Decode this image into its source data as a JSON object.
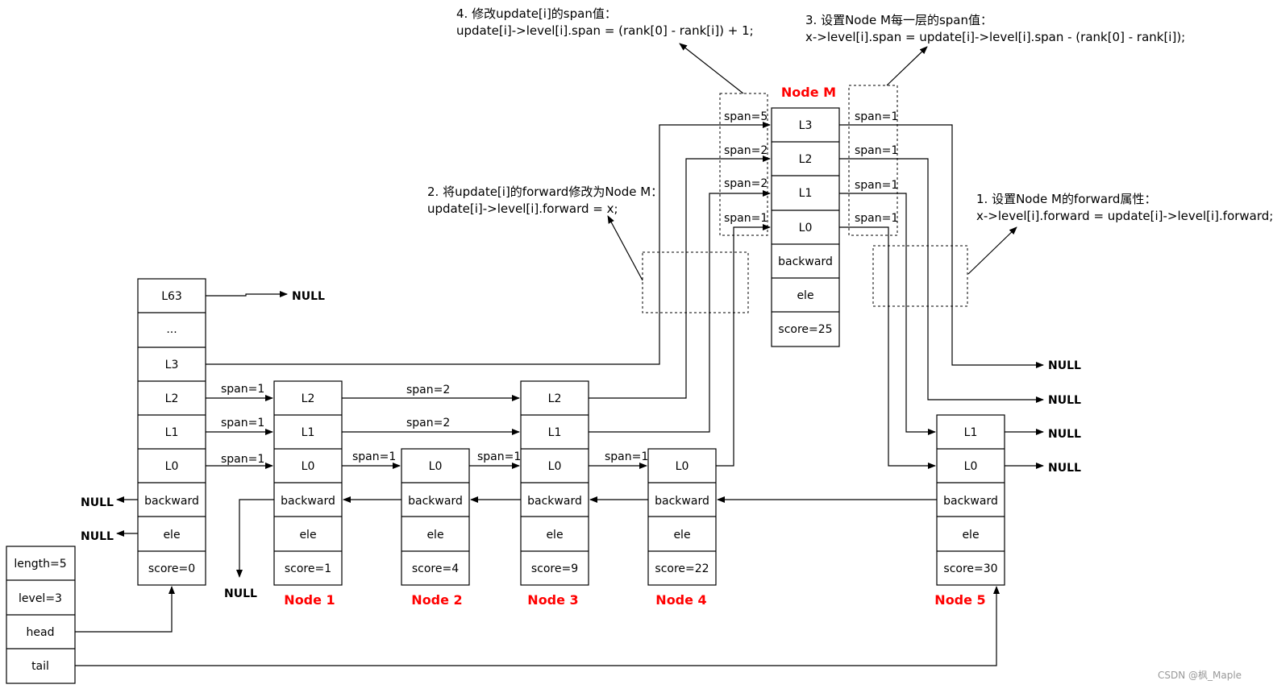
{
  "annotations": {
    "step4_title": "4. 修改update[i]的span值：",
    "step4_code": "update[i]->level[i].span = (rank[0] - rank[i]) + 1;",
    "step3_title": "3. 设置Node M每一层的span值：",
    "step3_code": "x->level[i].span = update[i]->level[i].span - (rank[0] - rank[i]);",
    "step2_title": "2. 将update[i]的forward修改为Node M：",
    "step2_code": "update[i]->level[i].forward = x;",
    "step1_title": "1. 设置Node M的forward属性：",
    "step1_code": "x->level[i].forward = update[i]->level[i].forward;"
  },
  "null_label": "NULL",
  "list_info": {
    "length": "length=5",
    "level": "level=3",
    "head": "head",
    "tail": "tail"
  },
  "header_node": {
    "cells": [
      "L63",
      "...",
      "L3",
      "L2",
      "L1",
      "L0",
      "backward",
      "ele",
      "score=0"
    ]
  },
  "node1": {
    "name": "Node 1",
    "cells": [
      "L2",
      "L1",
      "L0",
      "backward",
      "ele",
      "score=1"
    ]
  },
  "node2": {
    "name": "Node 2",
    "cells": [
      "L0",
      "backward",
      "ele",
      "score=4"
    ]
  },
  "node3": {
    "name": "Node 3",
    "cells": [
      "L2",
      "L1",
      "L0",
      "backward",
      "ele",
      "score=9"
    ]
  },
  "node4": {
    "name": "Node 4",
    "cells": [
      "L0",
      "backward",
      "ele",
      "score=22"
    ]
  },
  "node5": {
    "name": "Node 5",
    "cells": [
      "L1",
      "L0",
      "backward",
      "ele",
      "score=30"
    ]
  },
  "nodeM": {
    "name": "Node M",
    "cells": [
      "L3",
      "L2",
      "L1",
      "L0",
      "backward",
      "ele",
      "score=25"
    ]
  },
  "spans": {
    "h_l2": "span=1",
    "h_l1": "span=1",
    "h_l0": "span=1",
    "n1_l2": "span=2",
    "n1_l1": "span=2",
    "n1_l0": "span=1",
    "n2_l0": "span=1",
    "n3_l0": "span=1",
    "m_in_l3": "span=5",
    "m_in_l2": "span=2",
    "m_in_l1": "span=2",
    "m_in_l0": "span=1",
    "m_out_l3": "span=1",
    "m_out_l2": "span=1",
    "m_out_l1": "span=1",
    "m_out_l0": "span=1"
  },
  "watermark": "CSDN @枫_Maple",
  "colors": {
    "node_name": "#ff0000",
    "line": "#000000"
  }
}
